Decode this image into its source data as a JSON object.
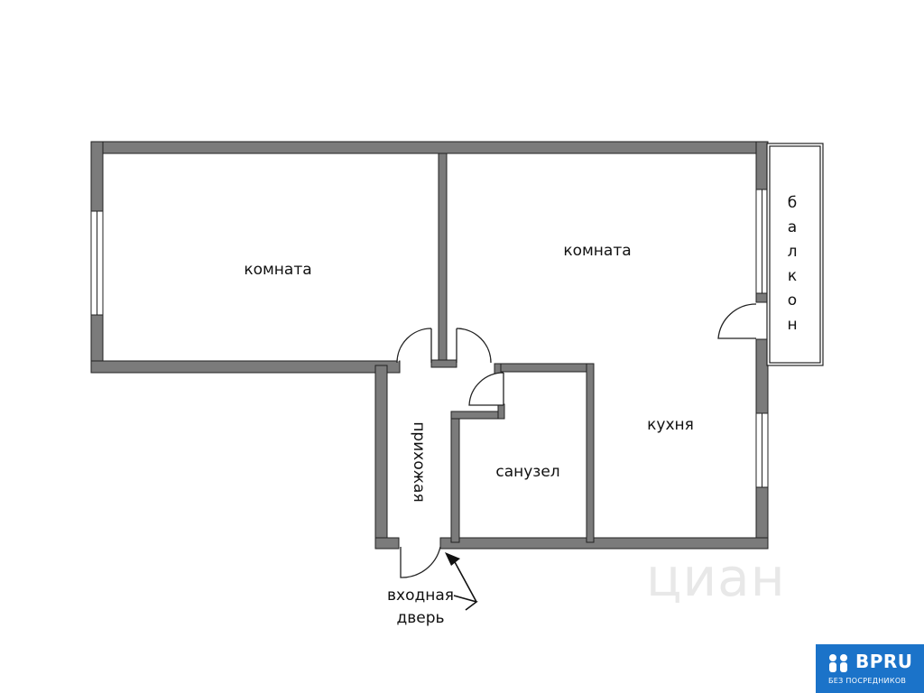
{
  "floor_plan": {
    "rooms": {
      "room_left": "комната",
      "room_right": "комната",
      "kitchen": "кухня",
      "bathroom": "санузел",
      "hallway": "прихожая",
      "balcony": "балкон"
    },
    "entrance_label_line1": "входная",
    "entrance_label_line2": "дверь"
  },
  "watermark": "циан",
  "badge": {
    "title": "BPRU",
    "subtitle": "БЕЗ ПОСРЕДНИКОВ",
    "color": "#1b73c9"
  },
  "colors": {
    "wall": "#7b7b7b",
    "wall_outline": "#222222",
    "window": "#ffffff"
  }
}
